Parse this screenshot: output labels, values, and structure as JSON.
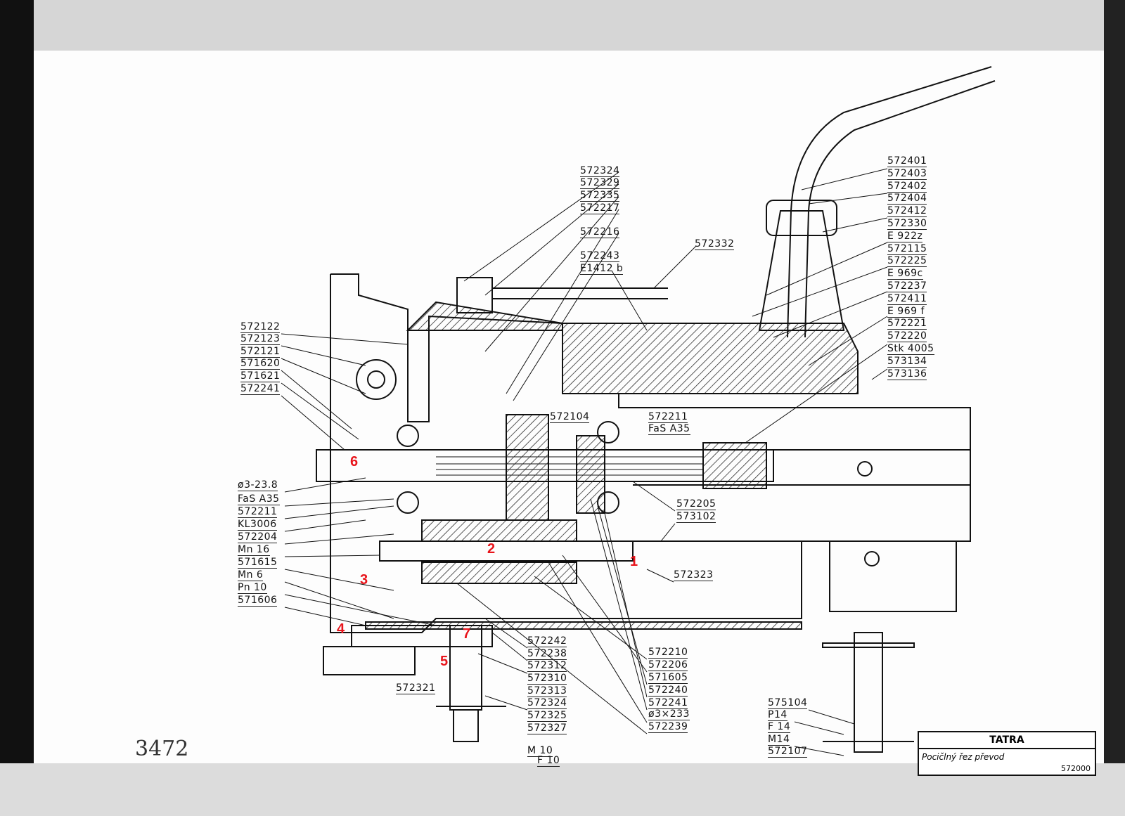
{
  "drawing_number_handwritten": "3472",
  "title_block": {
    "company": "TATRA",
    "title": "Pocičlný řez převod",
    "number": "572000"
  },
  "callouts_red": [
    "1",
    "2",
    "3",
    "4",
    "5",
    "6",
    "7"
  ],
  "labels_top": [
    "572324",
    "572329",
    "572335",
    "572217",
    "572216",
    "572243",
    "E1412 b",
    "572332"
  ],
  "labels_right": [
    "572401",
    "572403",
    "572402",
    "572404",
    "572412",
    "572330",
    "E 922z",
    "572115",
    "572225",
    "E 969c",
    "572237",
    "572411",
    "E 969 f",
    "572221",
    "572220",
    "Stk 4005",
    "573134",
    "573136"
  ],
  "labels_left_upper": [
    "572122",
    "572123",
    "572121",
    "571620",
    "571621",
    "572241"
  ],
  "labels_left_lower": [
    "ø3-23.8",
    "FaS A35",
    "572211",
    "KL3006",
    "572204",
    "Mn 16",
    "571615",
    "Mn 6",
    "Pn 10",
    "571606"
  ],
  "labels_middle": [
    "572104",
    "572211",
    "FaS A35",
    "572205",
    "573102",
    "572323"
  ],
  "labels_bottom_center": [
    "572242",
    "572238",
    "572312",
    "572310",
    "572313",
    "572324",
    "572325",
    "572327",
    "M 10",
    "F 10",
    "572321"
  ],
  "labels_bottom_right_column": [
    "572210",
    "572206",
    "571605",
    "572240",
    "572241",
    "ø3×233",
    "572239"
  ],
  "labels_bottom_right": [
    "575104",
    "P14",
    "F 14",
    "M14",
    "572107"
  ]
}
